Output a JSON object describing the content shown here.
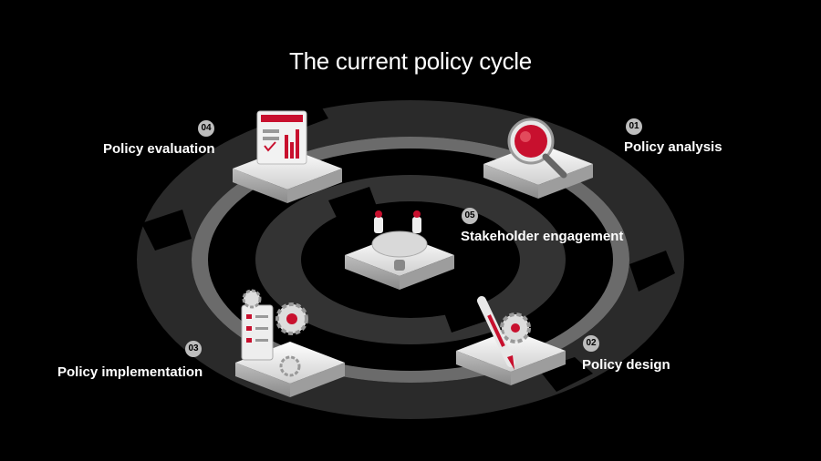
{
  "title": "The current policy cycle",
  "stages": [
    {
      "number": "01",
      "label": "Policy analysis",
      "icon": "magnifier-icon"
    },
    {
      "number": "02",
      "label": "Policy design",
      "icon": "pencil-gear-icon"
    },
    {
      "number": "03",
      "label": "Policy implementation",
      "icon": "checklist-gears-icon"
    },
    {
      "number": "04",
      "label": "Policy evaluation",
      "icon": "dashboard-chart-icon"
    },
    {
      "number": "05",
      "label": "Stakeholder engagement",
      "icon": "meeting-table-icon"
    }
  ],
  "colors": {
    "accent": "#c8102e",
    "background": "#000000",
    "ring": "#3a3a3a",
    "platform": "#e6e6e6"
  }
}
